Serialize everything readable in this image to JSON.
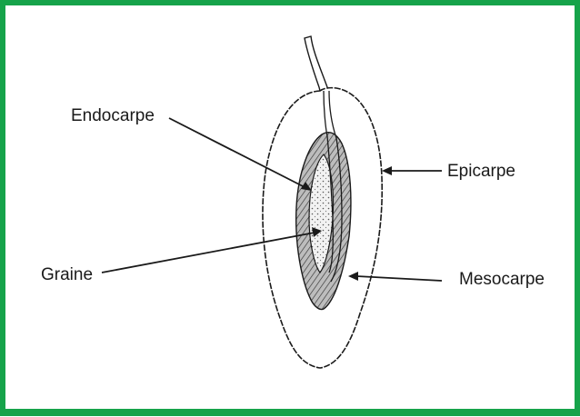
{
  "colors": {
    "frame_border": "#16a34a",
    "line": "#1a1a1a",
    "hatch_fill": "#8a8a8a",
    "seed_fill": "#d9d9d9",
    "background": "#ffffff"
  },
  "labels": {
    "endocarpe": "Endocarpe",
    "epicarpe": "Epicarpe",
    "graine": "Graine",
    "mesocarpe": "Mesocarpe"
  }
}
